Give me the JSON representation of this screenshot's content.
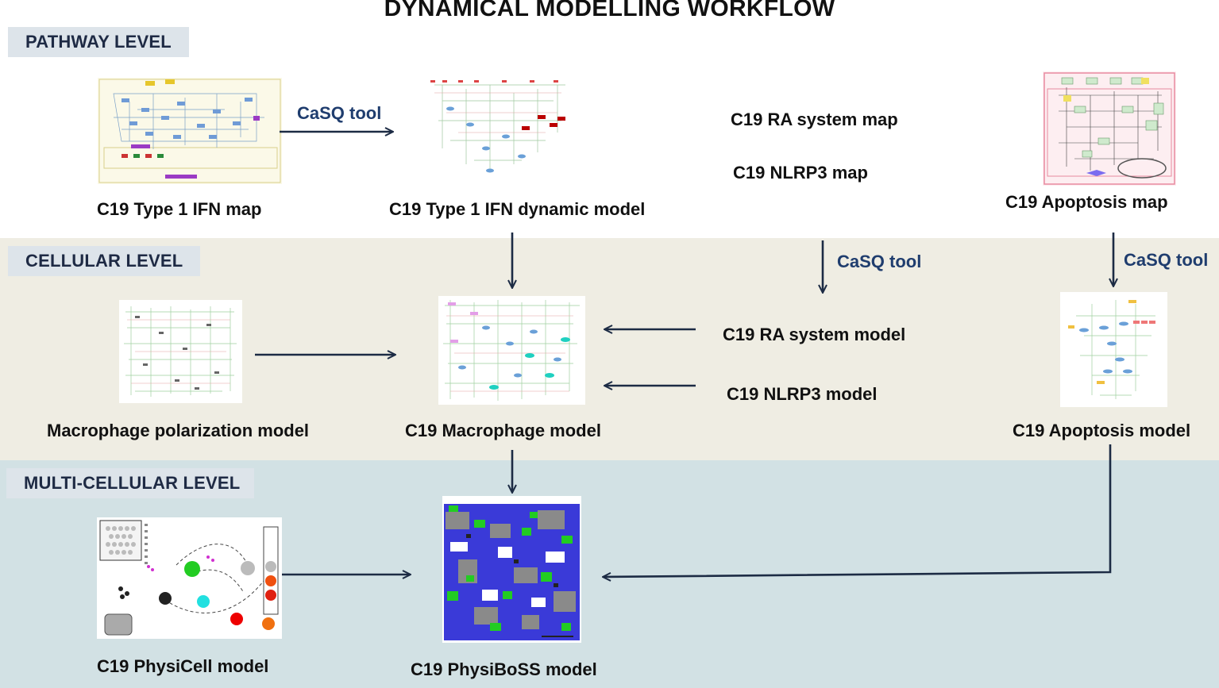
{
  "title": "DYNAMICAL MODELLING WORKFLOW",
  "levels": {
    "pathway": "PATHWAY LEVEL",
    "cellular": "CELLULAR LEVEL",
    "multicellular": "MULTI-CELLULAR LEVEL"
  },
  "tool_label": "CaSQ tool",
  "pathway": {
    "ifn_map": "C19 Type 1 IFN  map",
    "ifn_dynamic": "C19 Type 1 IFN dynamic model",
    "ra_map": "C19 RA system map",
    "nlrp3_map": "C19 NLRP3 map",
    "apoptosis_map": "C19 Apoptosis  map"
  },
  "cellular": {
    "macrophage_polarization": "Macrophage polarization model",
    "macrophage": "C19 Macrophage model",
    "ra_model": "C19 RA system model",
    "nlrp3_model": "C19 NLRP3 model",
    "apoptosis_model": "C19 Apoptosis model"
  },
  "multicellular": {
    "physicell": "C19 PhysiCell model",
    "physiboss": "C19 PhysiBoSS model"
  },
  "colors": {
    "arrow": "#1c2b44",
    "tool_text": "#1f3d6e",
    "cell_band": "#efede3",
    "multi_band": "#d2e1e4"
  }
}
